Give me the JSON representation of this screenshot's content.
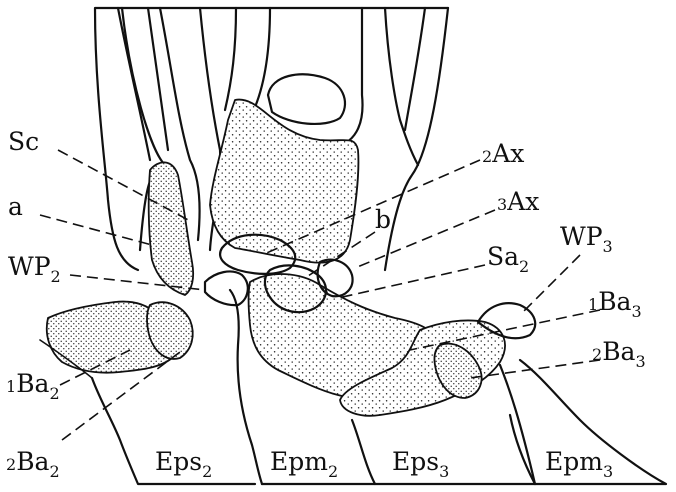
{
  "labels": {
    "sc": "Sc",
    "a": "a",
    "wp2_main": "WP",
    "wp2_sub": "2",
    "ba1_2_pre": "1",
    "ba1_2_main": "Ba",
    "ba1_2_sub": "2",
    "ba2_2_pre": "2",
    "ba2_2_main": "Ba",
    "ba2_2_sub": "2",
    "ax2_pre": "2",
    "ax2_main": "Ax",
    "ax3_pre": "3",
    "ax3_main": "Ax",
    "b": "b",
    "sa2_main": "Sa",
    "sa2_sub": "2",
    "wp3_main": "WP",
    "wp3_sub": "3",
    "ba1_3_pre": "1",
    "ba1_3_main": "Ba",
    "ba1_3_sub": "3",
    "ba2_3_pre": "2",
    "ba2_3_main": "Ba",
    "ba2_3_sub": "3",
    "eps2_main": "Eps",
    "eps2_sub": "2",
    "epm2_main": "Epm",
    "epm2_sub": "2",
    "eps3_main": "Eps",
    "eps3_sub": "3",
    "epm3_main": "Epm",
    "epm3_sub": "3"
  }
}
